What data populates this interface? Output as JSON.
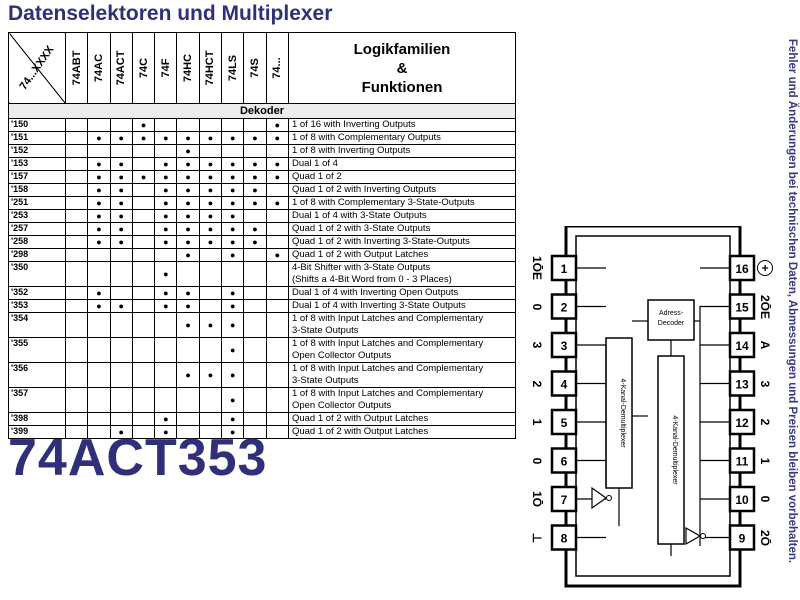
{
  "title": "Datenselektoren und Multiplexer",
  "part_number": "74ACT353",
  "side_note": "Fehler und Änderungen bei technischen Daten, Abmessungen und Preisen bleiben vorbehalten.",
  "table": {
    "corner_label": "74...XXXX",
    "families": [
      "74ABT",
      "74AC",
      "74ACT",
      "74C",
      "74F",
      "74HC",
      "74HCT",
      "74LS",
      "74S",
      "74..."
    ],
    "function_header": [
      "Logikfamilien",
      "&",
      "Funktionen"
    ],
    "section": "Dekoder",
    "dot": "●",
    "rows": [
      {
        "id": "'150",
        "marks": [
          0,
          0,
          0,
          1,
          0,
          0,
          0,
          0,
          0,
          1
        ],
        "fn": [
          "1 of 16 with Inverting Outputs"
        ]
      },
      {
        "id": "'151",
        "marks": [
          0,
          1,
          1,
          1,
          1,
          1,
          1,
          1,
          1,
          1
        ],
        "fn": [
          "1 of 8 with Complementary Outputs"
        ]
      },
      {
        "id": "'152",
        "marks": [
          0,
          0,
          0,
          0,
          0,
          1,
          0,
          0,
          0,
          0
        ],
        "fn": [
          "1 of 8 with Inverting Outputs"
        ]
      },
      {
        "id": "'153",
        "marks": [
          0,
          1,
          1,
          0,
          1,
          1,
          1,
          1,
          1,
          1
        ],
        "fn": [
          "Dual 1 of 4"
        ]
      },
      {
        "id": "'157",
        "marks": [
          0,
          1,
          1,
          1,
          1,
          1,
          1,
          1,
          1,
          1
        ],
        "fn": [
          "Quad 1 of 2"
        ]
      },
      {
        "id": "'158",
        "marks": [
          0,
          1,
          1,
          0,
          1,
          1,
          1,
          1,
          1,
          0
        ],
        "fn": [
          "Quad 1 of 2 with Inverting Outputs"
        ]
      },
      {
        "id": "'251",
        "marks": [
          0,
          1,
          1,
          0,
          1,
          1,
          1,
          1,
          1,
          1
        ],
        "fn": [
          "1 of 8 with Complementary 3-State-Outputs"
        ]
      },
      {
        "id": "'253",
        "marks": [
          0,
          1,
          1,
          0,
          1,
          1,
          1,
          1,
          0,
          0
        ],
        "fn": [
          "Dual 1 of 4 with 3-State Outputs"
        ]
      },
      {
        "id": "'257",
        "marks": [
          0,
          1,
          1,
          0,
          1,
          1,
          1,
          1,
          1,
          0
        ],
        "fn": [
          "Quad 1 of 2 with 3-State Outputs"
        ]
      },
      {
        "id": "'258",
        "marks": [
          0,
          1,
          1,
          0,
          1,
          1,
          1,
          1,
          1,
          0
        ],
        "fn": [
          "Quad 1 of 2 with Inverting 3-State-Outputs"
        ]
      },
      {
        "id": "'298",
        "marks": [
          0,
          0,
          0,
          0,
          0,
          1,
          0,
          1,
          0,
          1
        ],
        "fn": [
          "Quad 1 of 2 with Output Latches"
        ]
      },
      {
        "id": "'350",
        "marks": [
          0,
          0,
          0,
          0,
          1,
          0,
          0,
          0,
          0,
          0
        ],
        "fn": [
          "4-Bit Shifter with 3-State Outputs",
          "(Shifts a 4-Bit Word from 0 - 3 Places)"
        ]
      },
      {
        "id": "'352",
        "marks": [
          0,
          1,
          0,
          0,
          1,
          1,
          0,
          1,
          0,
          0
        ],
        "fn": [
          "Dual 1 of 4 with Inverting Open Outputs"
        ]
      },
      {
        "id": "'353",
        "marks": [
          0,
          1,
          1,
          0,
          1,
          1,
          0,
          1,
          0,
          0
        ],
        "fn": [
          "Dual 1 of 4 with Inverting 3-State Outputs"
        ]
      },
      {
        "id": "'354",
        "marks": [
          0,
          0,
          0,
          0,
          0,
          1,
          1,
          1,
          0,
          0
        ],
        "fn": [
          "1 of 8 with Input Latches and Complementary",
          "3-State Outputs"
        ]
      },
      {
        "id": "'355",
        "marks": [
          0,
          0,
          0,
          0,
          0,
          0,
          0,
          1,
          0,
          0
        ],
        "fn": [
          "1 of 8 with Input Latches and Complementary",
          "Open Collector Outputs"
        ]
      },
      {
        "id": "'356",
        "marks": [
          0,
          0,
          0,
          0,
          0,
          1,
          1,
          1,
          0,
          0
        ],
        "fn": [
          "1 of 8 with Input Latches and Complementary",
          "3-State Outputs"
        ]
      },
      {
        "id": "'357",
        "marks": [
          0,
          0,
          0,
          0,
          0,
          0,
          0,
          1,
          0,
          0
        ],
        "fn": [
          "1 of 8 with Input Latches and Complementary",
          "Open Collector Outputs"
        ]
      },
      {
        "id": "'398",
        "marks": [
          0,
          0,
          0,
          0,
          1,
          0,
          0,
          1,
          0,
          0
        ],
        "fn": [
          "Quad 1 of 2 with Output Latches"
        ]
      },
      {
        "id": "'399",
        "marks": [
          0,
          0,
          1,
          0,
          1,
          0,
          0,
          1,
          0,
          0
        ],
        "fn": [
          "Quad 1 of 2 with Output Latches"
        ]
      }
    ]
  },
  "chip": {
    "left_pins": [
      {
        "num": "1",
        "label": "1ŌE"
      },
      {
        "num": "2",
        "label": "0"
      },
      {
        "num": "3",
        "label": "3"
      },
      {
        "num": "4",
        "label": "2"
      },
      {
        "num": "5",
        "label": "1"
      },
      {
        "num": "6",
        "label": "0"
      },
      {
        "num": "7",
        "label": "1Ō"
      },
      {
        "num": "8",
        "label": "⊥"
      }
    ],
    "right_pins": [
      {
        "num": "16",
        "label": "+"
      },
      {
        "num": "15",
        "label": "2ŌE"
      },
      {
        "num": "14",
        "label": "A"
      },
      {
        "num": "13",
        "label": "3"
      },
      {
        "num": "12",
        "label": "2"
      },
      {
        "num": "11",
        "label": "1"
      },
      {
        "num": "10",
        "label": "0"
      },
      {
        "num": "9",
        "label": "2Ō"
      }
    ],
    "decoder_label": [
      "Adress-",
      "Decoder"
    ],
    "mux_label": "4-Kanal-Demultiplexer"
  }
}
